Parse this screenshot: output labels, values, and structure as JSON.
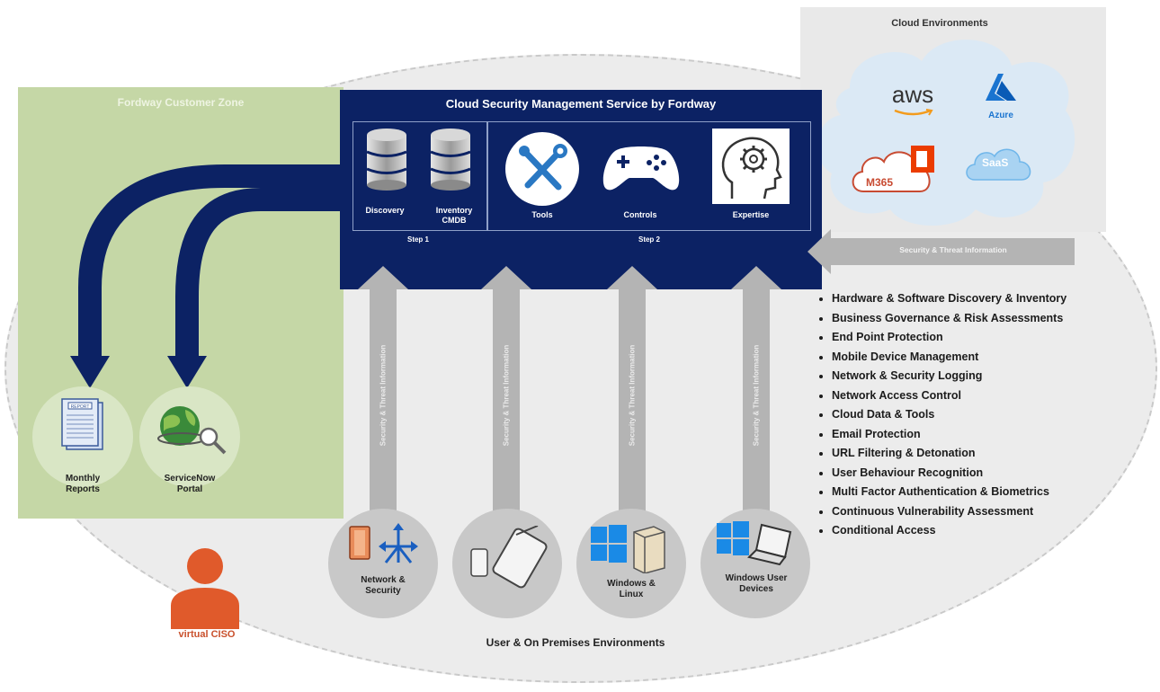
{
  "colors": {
    "navy": "#0c2264",
    "customer_zone": "#c5d7a6",
    "arrow_grey": "#b4b4b4",
    "ciso": "#c9502c"
  },
  "customer_zone": {
    "title": "Fordway Customer Zone"
  },
  "cloud": {
    "title": "Cloud Environments",
    "aws": "aws",
    "azure": "Azure",
    "m365": "M365",
    "saas": "SaaS"
  },
  "csms": {
    "title": "Cloud Security Management Service by Fordway",
    "step1": "Step 1",
    "step2": "Step 2",
    "tiles": {
      "discovery": "Discovery",
      "inventory_line1": "Inventory",
      "inventory_line2": "CMDB",
      "tools": "Tools",
      "controls": "Controls",
      "expertise": "Expertise"
    }
  },
  "arrows": {
    "threat_info": "Security & Threat Information"
  },
  "outputs": {
    "monthly_line1": "Monthly",
    "monthly_line2": "Reports",
    "portal_line1": "ServiceNow",
    "portal_line2": "Portal",
    "report_icon_text": "REPORT"
  },
  "environments": {
    "title": "User & On Premises Environments",
    "network_line1": "Network &",
    "network_line2": "Security",
    "windows_linux_line1": "Windows  &",
    "windows_linux_line2": "Linux",
    "user_devices_line1": "Windows User",
    "user_devices_line2": "Devices"
  },
  "ciso": {
    "label": "virtual CISO"
  },
  "services": [
    "Hardware & Software Discovery & Inventory",
    "Business Governance & Risk Assessments",
    "End Point Protection",
    "Mobile Device Management",
    "Network & Security Logging",
    "Network Access Control",
    "Cloud Data & Tools",
    "Email Protection",
    "URL Filtering & Detonation",
    "User Behaviour Recognition",
    "Multi Factor Authentication & Biometrics",
    "Continuous Vulnerability Assessment",
    "Conditional Access"
  ]
}
